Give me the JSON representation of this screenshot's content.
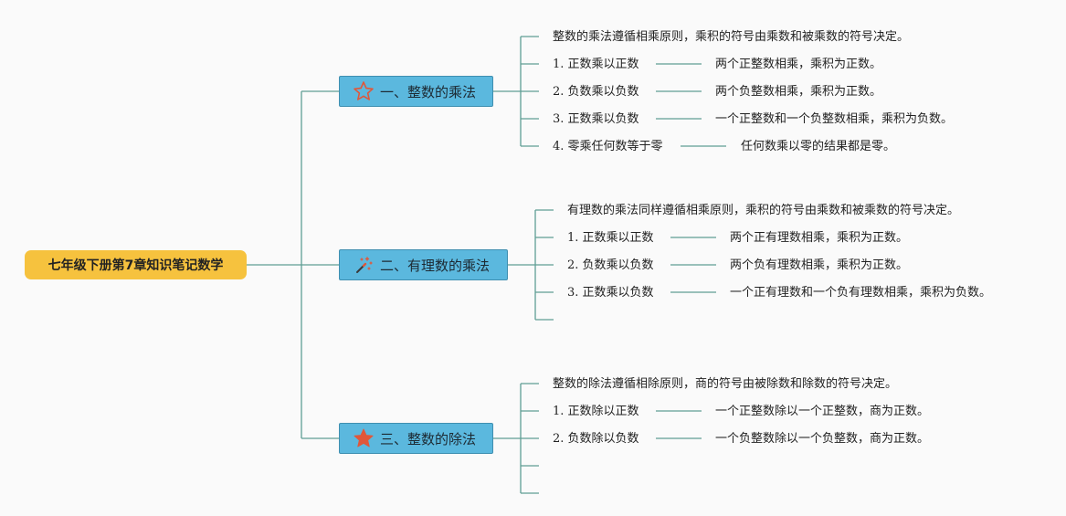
{
  "colors": {
    "line": "#5f9e94",
    "root_bg": "#f6c23e",
    "branch_bg": "#5bb8de",
    "icon": "#e0573a"
  },
  "root": {
    "label": "七年级下册第7章知识笔记数学"
  },
  "branches": [
    {
      "label": "一、整数的乘法",
      "icon": "star-outline-icon",
      "intro": "整数的乘法遵循相乘原则，乘积的符号由乘数和被乘数的符号决定。",
      "rules": [
        {
          "name": "1. 正数乘以正数",
          "desc": "两个正整数相乘，乘积为正数。"
        },
        {
          "name": "2. 负数乘以负数",
          "desc": "两个负整数相乘，乘积为正数。"
        },
        {
          "name": "3. 正数乘以负数",
          "desc": "一个正整数和一个负整数相乘，乘积为负数。"
        },
        {
          "name": "4. 零乘任何数等于零",
          "desc": "任何数乘以零的结果都是零。"
        }
      ]
    },
    {
      "label": "二、有理数的乘法",
      "icon": "magic-wand-icon",
      "intro": "有理数的乘法同样遵循相乘原则，乘积的符号由乘数和被乘数的符号决定。",
      "rules": [
        {
          "name": "1. 正数乘以正数",
          "desc": "两个正有理数相乘，乘积为正数。"
        },
        {
          "name": "2. 负数乘以负数",
          "desc": "两个负有理数相乘，乘积为正数。"
        },
        {
          "name": "3. 正数乘以负数",
          "desc": "一个正有理数和一个负有理数相乘，乘积为负数。"
        }
      ]
    },
    {
      "label": "三、整数的除法",
      "icon": "star-filled-icon",
      "intro": "整数的除法遵循相除原则，商的符号由被除数和除数的符号决定。",
      "rules": [
        {
          "name": "1. 正数除以正数",
          "desc": "一个正整数除以一个正整数，商为正数。"
        },
        {
          "name": "2. 负数除以负数",
          "desc": "一个负整数除以一个负整数，商为正数。"
        }
      ]
    }
  ]
}
